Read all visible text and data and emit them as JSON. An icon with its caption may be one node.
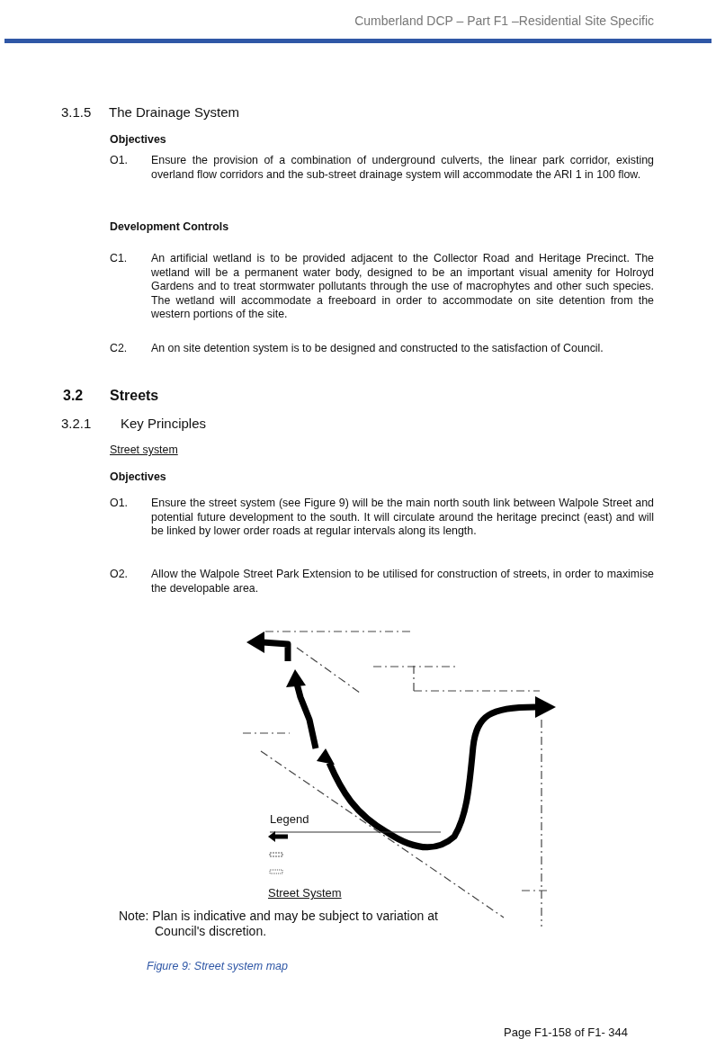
{
  "diagram": {
    "caption": "Figure 9: Street system map",
    "labels": [
      "Cumberland DCP – Part F1 –Residential Site Specific",
      "3.1.5",
      "The Drainage System",
      "Objectives",
      "O1.",
      "Ensure the provision of a combination of underground culverts, the linear park corridor, existing overland flow corridors and the sub-street drainage system will accommodate the ARI 1 in 100 flow.",
      "Development Controls",
      "C1.",
      "An artificial wetland is to be provided adjacent to the Collector Road and Heritage Precinct. The wetland will be a permanent water body, designed to be an important visual amenity for Holroyd Gardens and to treat stormwater pollutants through the use of macrophytes and other such species. The wetland will accommodate a freeboard in order to accommodate on site detention from the western portions of the site.",
      "C2.",
      "An on site detention system is to be designed and constructed to the satisfaction of Council.",
      "3.2",
      "Streets",
      "3.2.1",
      "Key Principles",
      "Street system",
      "Objectives",
      "O1.",
      "Ensure the street system (see Figure 9) will be the main north south link between Walpole Street and potential future development to the south. It will circulate around the heritage precinct (east) and will be linked by lower order roads at regular intervals along its length.",
      "O2.",
      "Allow the Walpole Street Park Extension to be utilised for construction of streets, in order to maximise the developable area.",
      "Legend",
      "Street System",
      "Note: Plan is indicative and may be subject to variation at Council's discretion.",
      "Page F1-158 of F1- 344"
    ]
  }
}
